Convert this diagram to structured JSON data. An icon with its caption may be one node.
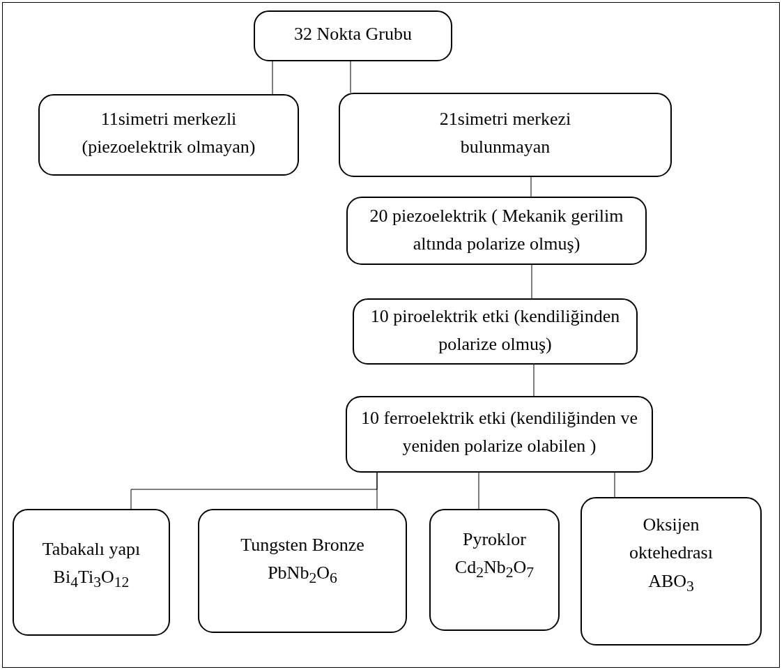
{
  "diagram": {
    "nodes": [
      {
        "text": [
          "32 Nokta Grubu"
        ]
      },
      {
        "text": [
          "11simetri merkezli (piezoelektrik olmayan)"
        ]
      },
      {
        "text": [
          "21simetri merkezi bulunmayan"
        ]
      },
      {
        "text": [
          "20 piezoelektrik ( Mekanik gerilim altında polarize olmuş)"
        ]
      },
      {
        "text": [
          "10 piroelektrik etki (kendiliğinden polarize olmuş)"
        ]
      },
      {
        "text": [
          "10 ferroelektrik etki (kendiliğinden ve yeniden polarize olabilen )"
        ]
      },
      {
        "text": [
          "Tabakalı yapı",
          "Bi$_{4}$Ti$_{3}$O$_{12}$"
        ]
      },
      {
        "text": [
          "Tungsten Bronze",
          "PbNb$_{2}$O$_{6}$"
        ]
      },
      {
        "text": [
          "Pyroklor",
          "Cd$_{2}$Nb$_{2}$O$_{7}$"
        ]
      },
      {
        "text": [
          "Oksijen oktehedrası",
          "ABO$_{3}$"
        ]
      }
    ],
    "edges": [
      {
        "from": 0,
        "to": 1,
        "arrow": "none"
      },
      {
        "from": 0,
        "to": 2,
        "arrow": "none"
      },
      {
        "from": 2,
        "to": 3,
        "arrow": "none"
      },
      {
        "from": 3,
        "to": 4,
        "arrow": "none"
      },
      {
        "from": 4,
        "to": 5,
        "arrow": "none"
      },
      {
        "from": 5,
        "to": 6,
        "arrow": "none"
      },
      {
        "from": 5,
        "to": 7,
        "arrow": "none"
      },
      {
        "from": 5,
        "to": 8,
        "arrow": "none"
      },
      {
        "from": 5,
        "to": 9,
        "arrow": "none"
      }
    ]
  }
}
